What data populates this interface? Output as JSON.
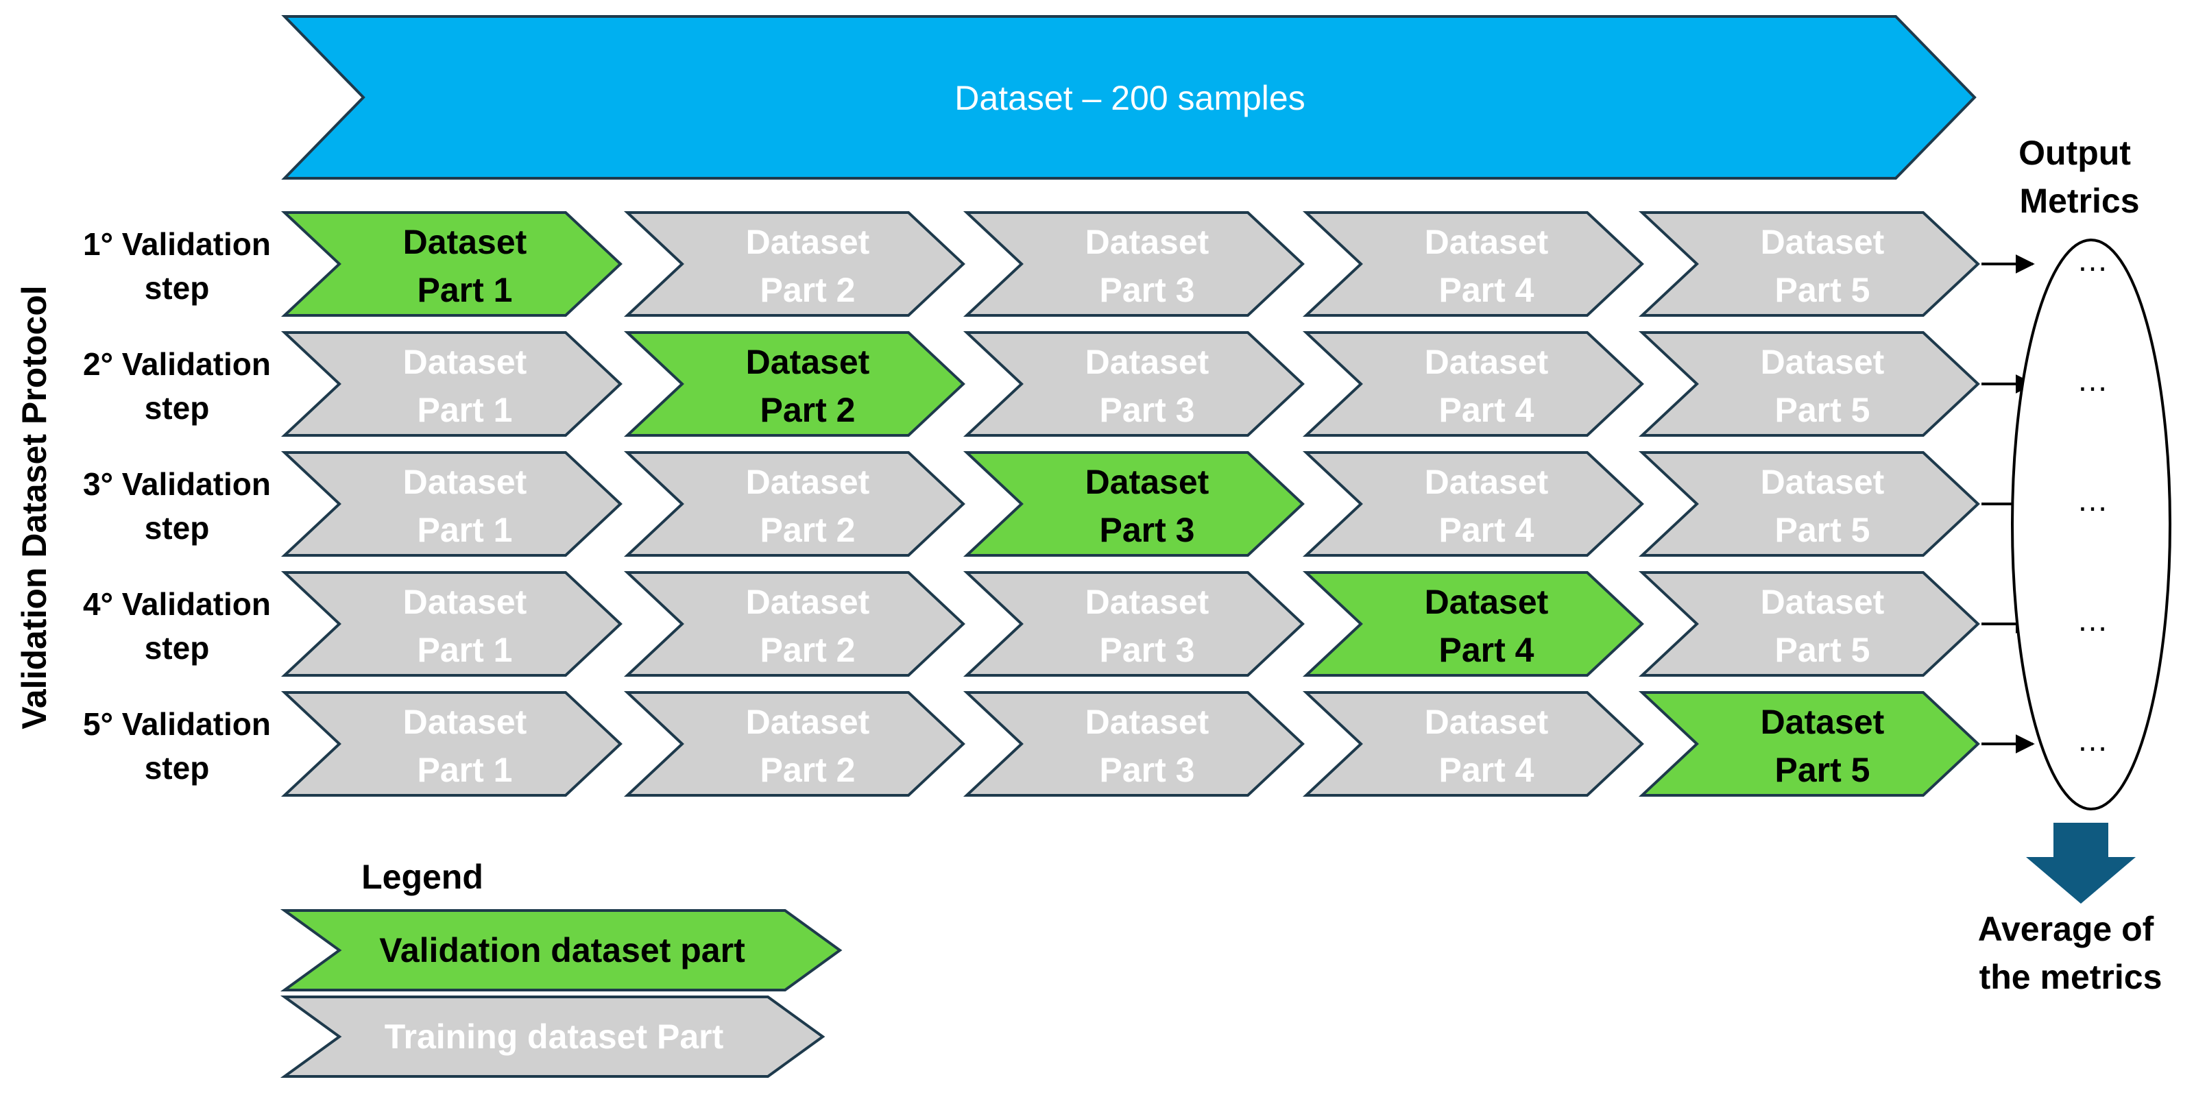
{
  "banner": {
    "text": "Dataset – 200 samples",
    "color": "#00B0F0"
  },
  "side_title": "Validation Dataset Protocol",
  "colors": {
    "validation": "#6CD444",
    "training": "#D0D0D0",
    "outline": "#1E3A4C",
    "validation_text": "#000000",
    "training_text": "#FFFFFF",
    "average_arrow": "#0F5A80"
  },
  "steps": [
    {
      "label": [
        "1° Validation",
        "step"
      ],
      "validation_part": 1
    },
    {
      "label": [
        "2° Validation",
        "step"
      ],
      "validation_part": 2
    },
    {
      "label": [
        "3° Validation",
        "step"
      ],
      "validation_part": 3
    },
    {
      "label": [
        "4° Validation",
        "step"
      ],
      "validation_part": 4
    },
    {
      "label": [
        "5° Validation",
        "step"
      ],
      "validation_part": 5
    }
  ],
  "parts": [
    [
      "Dataset",
      "Part 1"
    ],
    [
      "Dataset",
      "Part 2"
    ],
    [
      "Dataset",
      "Part 3"
    ],
    [
      "Dataset",
      "Part 4"
    ],
    [
      "Dataset",
      "Part 5"
    ]
  ],
  "output": {
    "title": [
      "Output",
      "Metrics"
    ],
    "items": [
      "…",
      "…",
      "…",
      "…",
      "…"
    ]
  },
  "average": [
    "Average of",
    "the metrics"
  ],
  "legend": {
    "title": "Legend",
    "validation_label": "Validation dataset part",
    "training_label": "Training dataset Part"
  }
}
